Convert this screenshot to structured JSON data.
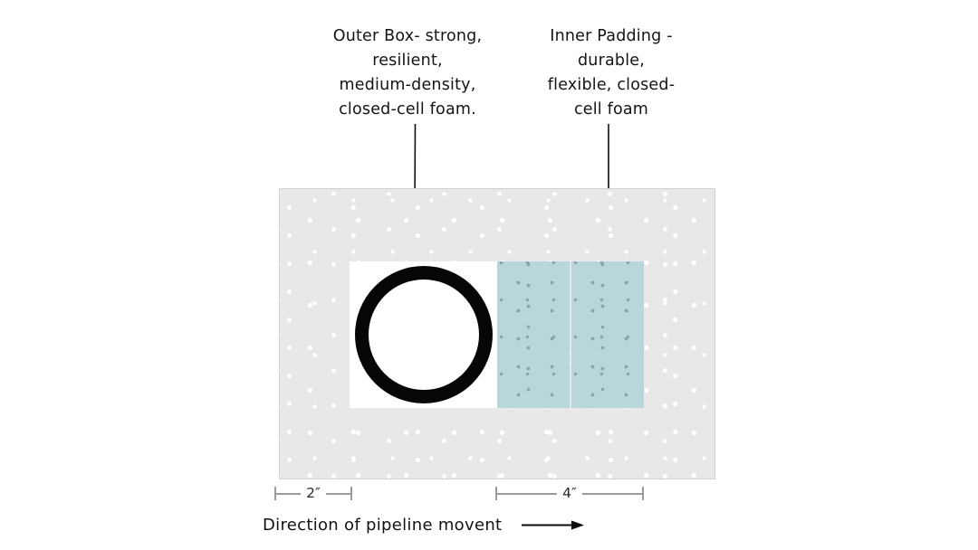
{
  "outer_label": {
    "lines": [
      "Outer Box- strong,",
      "resilient,",
      "medium-density,",
      "closed-cell foam."
    ]
  },
  "inner_label": {
    "lines": [
      "Inner Padding -",
      "durable,",
      "flexible, closed-",
      "cell foam"
    ]
  },
  "dimensions": {
    "left": "2″",
    "right": "4″"
  },
  "caption": "Direction of pipeline movent",
  "icons": {
    "outer_arrow": "arrow-down-icon",
    "inner_arrow": "arrow-down-icon",
    "direction_arrow": "arrow-right-icon"
  },
  "colors": {
    "foam_gray": "#e8e8e8",
    "padding_blue": "#b9d6da",
    "padding_dot": "#87a6ab",
    "line_gray": "#9a9a9a",
    "ink": "#111111"
  }
}
